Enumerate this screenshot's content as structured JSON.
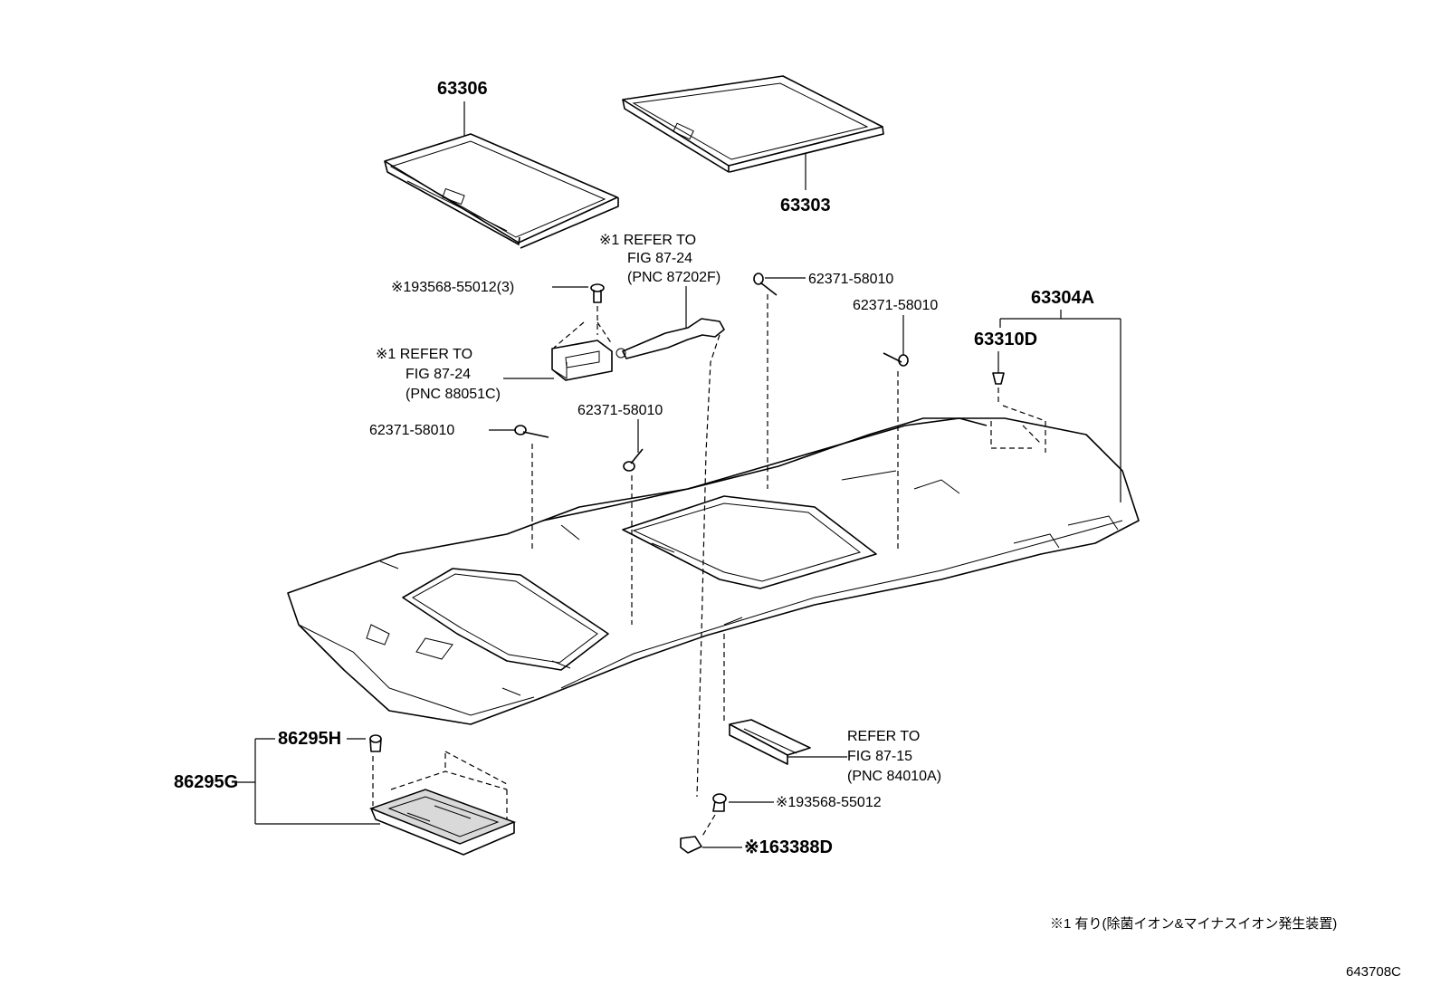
{
  "labels": {
    "p63306": "63306",
    "p63303": "63303",
    "ref1_line1": "※1 REFER TO",
    "ref1_line2": "FIG 87-24",
    "ref1_line3": "(PNC 87202F)",
    "clip_a": "62371-58010",
    "clip_b": "62371-58010",
    "clip_c": "62371-58010",
    "clip_d": "62371-58010",
    "screw_top": "※193568-55012(3)",
    "ref2_line1": "※1 REFER TO",
    "ref2_line2": "FIG 87-24",
    "ref2_line3": "(PNC 88051C)",
    "p63304A": "63304A",
    "p63310D": "63310D",
    "p86295H": "86295H",
    "p86295G": "86295G",
    "ref3_line1": "REFER TO",
    "ref3_line2": "FIG 87-15",
    "ref3_line3": "(PNC 84010A)",
    "screw_bottom": "※193568-55012",
    "p63388D": "※163388D",
    "footnote": "※1 有り(除菌イオン&マイナスイオン発生装置)",
    "diagram_id": "643708C"
  },
  "colors": {
    "line": "#000000",
    "background": "#ffffff",
    "part_fill": "#d9d9d9"
  }
}
